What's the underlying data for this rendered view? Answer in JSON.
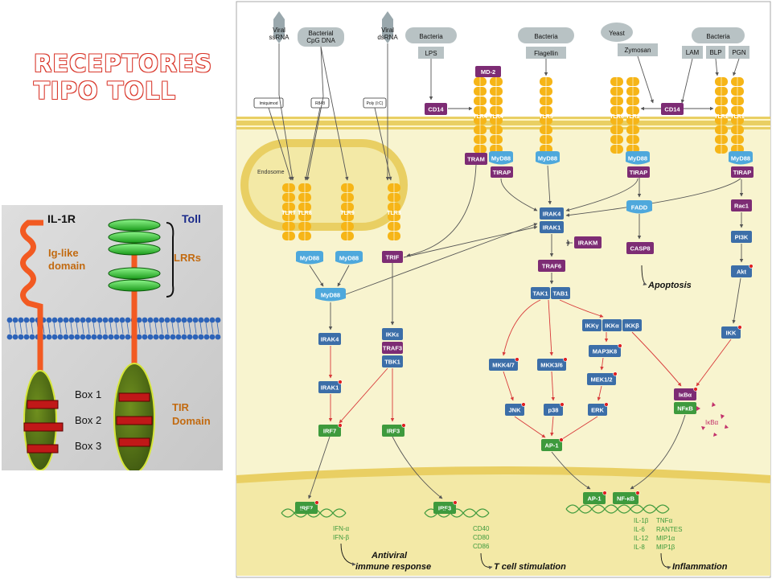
{
  "title_lines": [
    "RECEPTORES",
    "TIPO TOLL"
  ],
  "left_diagram": {
    "il1r_label": "IL-1R",
    "toll_label": "Toll",
    "ig_line1": "Ig-like",
    "ig_line2": "domain",
    "lrr_label": "LRRs",
    "box_labels": [
      "Box 1",
      "Box 2",
      "Box 3"
    ],
    "tir_line1": "TIR",
    "tir_line2": "Domain"
  },
  "pathway": {
    "ligands": {
      "viral_ssrna": [
        "Viral",
        "ssRNA"
      ],
      "bacterial_cpg": [
        "Bacterial",
        "CpG DNA"
      ],
      "viral_dsrna": [
        "Viral",
        "dsRNA"
      ],
      "bacteria_lps": "Bacteria",
      "lps": "LPS",
      "bacteria_flagellin": "Bacteria",
      "flagellin": "Flagellin",
      "yeast": "Yeast",
      "zymosan": "Zymosan",
      "bacteria_right": "Bacteria",
      "lam": "LAM",
      "blp": "BLP",
      "pgn": "PGN",
      "imiquimod": "Imiquimod",
      "r848": "R848",
      "polyic": "Poly (I:C)"
    },
    "endosome": "Endosome",
    "receptor_letters": {
      "tlr7": "TLR7",
      "tlr8": "TLR8",
      "tlr9": "TLR9",
      "tlr3": "TLR3",
      "tlr4": "TLR4",
      "tlr5": "TLR5",
      "tlr6": "TLR6",
      "tlr2": "TLR2",
      "tlr1": "TLR1"
    },
    "md2": "MD-2",
    "cd14": "CD14",
    "adaptors": {
      "myd88": "MyD88",
      "trif": "TRIF",
      "tram": "TRAM",
      "tirap": "TIRAP"
    },
    "nodes": {
      "irak4": "IRAK4",
      "irak1": "IRAK1",
      "irakm": "IRAKM",
      "traf6": "TRAF6",
      "tak1": "TAK1",
      "tab1": "TAB1",
      "ikkg": "IKKγ",
      "ikka": "IKKα",
      "ikkb": "IKKβ",
      "map3k8": "MAP3K8",
      "mek12": "MEK1/2",
      "mkk47": "MKK4/7",
      "mkk36": "MKK3/6",
      "jnk": "JNK",
      "p38": "p38",
      "erk": "ERK",
      "ap1": "AP-1",
      "ikbe": "IKKε",
      "traf3": "TRAF3",
      "tbk1": "TBK1",
      "irf7": "IRF7",
      "irf3": "IRF3",
      "fadd": "FADD",
      "casp8": "CASP8",
      "rac1": "Rac1",
      "pi3k": "PI3K",
      "akt": "Akt",
      "ikk": "IKK",
      "ikba": "IκBα",
      "nfkb": "NFκB",
      "nfkb_nuc": "NF-κB"
    },
    "apoptosis": "Apoptosis",
    "outputs": {
      "irf7_genes": [
        "IFN-α",
        "IFN-β"
      ],
      "irf3_genes": [
        "CD40",
        "CD80",
        "CD86"
      ],
      "nfkb_genes_left": [
        "IL-1β",
        "IL-6",
        "IL-12",
        "IL-8"
      ],
      "nfkb_genes_right": [
        "TNFα",
        "RANTES",
        "MIP1α",
        "MIP1β"
      ],
      "antiviral_line1": "Antiviral",
      "antiviral_line2": "immune response",
      "tcell": "T cell stimulation",
      "inflammation": "Inflammation"
    }
  },
  "colors": {
    "receptor_yellow": "#f6b517",
    "blue_node": "#3c6ea8",
    "purple_node": "#7d2c74",
    "green_node": "#3e9a3d",
    "myd88_blue": "#4ea8dc",
    "membrane": "#e9cf63",
    "cytoplasm": "#f8f4cf",
    "arrow_red": "#d83a3a",
    "orange_receptor": "#f25a22"
  }
}
